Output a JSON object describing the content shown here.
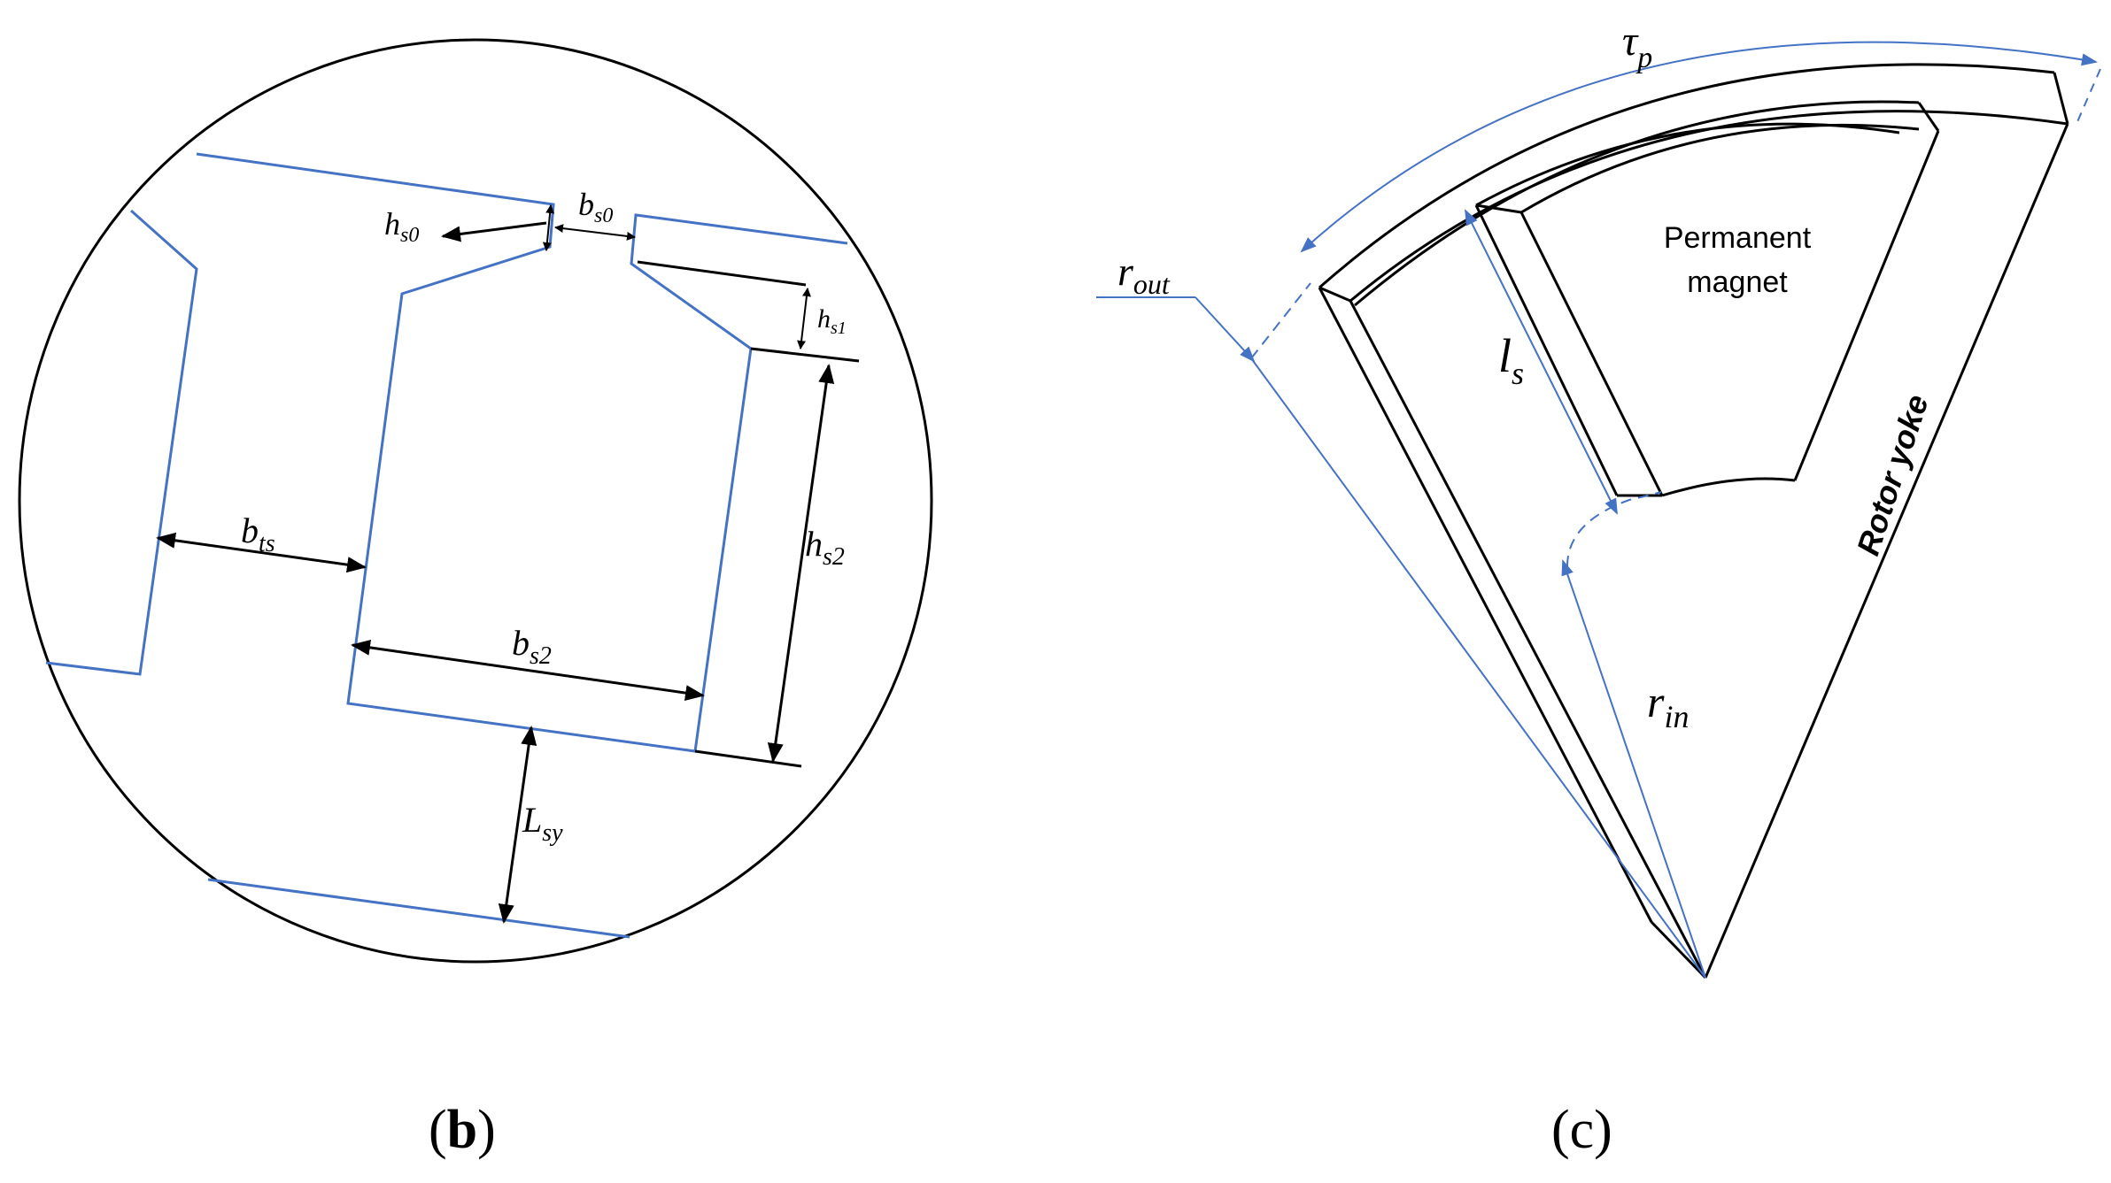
{
  "panel_b": {
    "caption_open": "(",
    "caption_letter": "b",
    "caption_close": ")",
    "labels": {
      "hs0": {
        "main": "h",
        "sub": "s0"
      },
      "bs0": {
        "main": "b",
        "sub": "s0"
      },
      "hs1": {
        "main": "h",
        "sub": "s1"
      },
      "hs2": {
        "main": "h",
        "sub": "s2"
      },
      "bts": {
        "main": "b",
        "sub": "ts"
      },
      "bs2": {
        "main": "b",
        "sub": "s2"
      },
      "lsy": {
        "main": "L",
        "sub": "sy"
      }
    }
  },
  "panel_c": {
    "caption": "(c)",
    "labels": {
      "tau": {
        "main": "τ",
        "sub": "p"
      },
      "rout": {
        "main": "r",
        "sub": "out"
      },
      "ls": {
        "main": "l",
        "sub": "s"
      },
      "rin": {
        "main": "r",
        "sub": "in"
      },
      "magnet_line1": "Permanent",
      "magnet_line2": "magnet",
      "yoke": "Rotor yoke"
    }
  },
  "colors": {
    "outline": "#000000",
    "blue": "#4472c4"
  }
}
